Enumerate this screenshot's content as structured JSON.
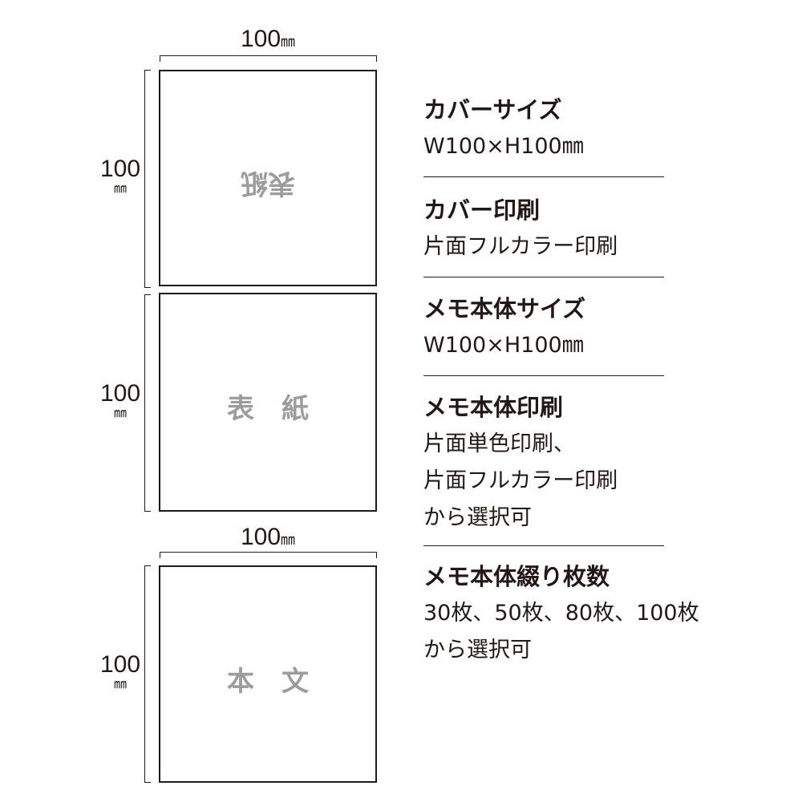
{
  "diagram": {
    "top_dimension": {
      "value": "100",
      "unit": "㎜"
    },
    "middle_dimension": {
      "value": "100",
      "unit": "㎜"
    },
    "cover_height": {
      "value": "100",
      "unit": "㎜"
    },
    "front_height": {
      "value": "100",
      "unit": "㎜"
    },
    "body_height": {
      "value": "100",
      "unit": "㎜"
    },
    "cover_back_label": "表紙",
    "cover_front_label": "表　紙",
    "body_label": "本　文",
    "label_color": "#9c9c9c",
    "line_color": "#231815"
  },
  "specs": [
    {
      "heading": "カバーサイズ",
      "lines": [
        "W100×H100㎜"
      ]
    },
    {
      "heading": "カバー印刷",
      "lines": [
        "片面フルカラー印刷"
      ]
    },
    {
      "heading": "メモ本体サイズ",
      "lines": [
        "W100×H100㎜"
      ]
    },
    {
      "heading": "メモ本体印刷",
      "lines": [
        "片面単色印刷、",
        "片面フルカラー印刷",
        "から選択可"
      ]
    },
    {
      "heading": "メモ本体綴り枚数",
      "lines": [
        "30枚、50枚、80枚、100枚",
        "から選択可"
      ]
    }
  ]
}
